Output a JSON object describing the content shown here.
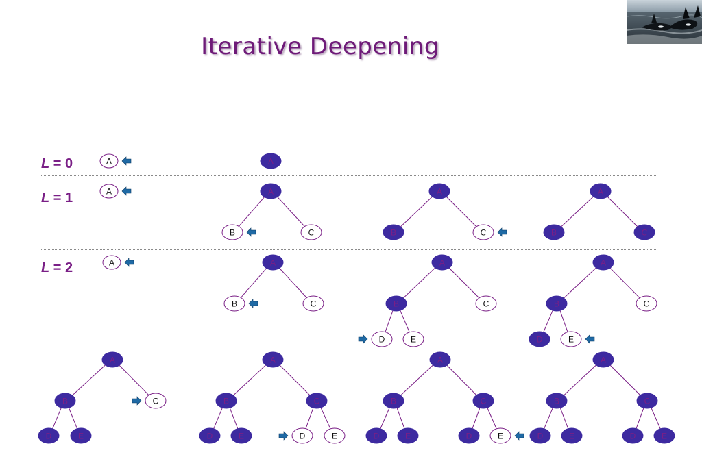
{
  "title": "Iterative Deepening",
  "photo_icon": "orca-whales-photo",
  "colors": {
    "title": "#6e1a78",
    "visited_fill": "#3d2aa0",
    "visited_text": "#7a1f86",
    "edge": "#7a1f86",
    "open_stroke": "#7a1f86",
    "arrow_fill": "#1f6aa5",
    "separator": "#8a8a8a"
  },
  "levels": [
    {
      "l": "L",
      "eq": " = 0"
    },
    {
      "l": "L",
      "eq": " = 1"
    },
    {
      "l": "L",
      "eq": " = 2"
    }
  ],
  "legend_nodes": [
    {
      "label": "A",
      "arrow": "left"
    },
    {
      "label": "A",
      "arrow": "left"
    },
    {
      "label": "A",
      "arrow": "left"
    }
  ],
  "snapshots": [
    {
      "nodes": [
        {
          "label": "A",
          "visited": true
        }
      ],
      "arrow": null
    },
    {
      "nodes": [
        {
          "label": "A",
          "visited": true
        },
        {
          "label": "B",
          "visited": false
        },
        {
          "label": "C",
          "visited": false
        }
      ],
      "arrow": {
        "node": 1,
        "dir": "left"
      }
    },
    {
      "nodes": [
        {
          "label": "A",
          "visited": true
        },
        {
          "label": "B",
          "visited": true
        },
        {
          "label": "C",
          "visited": false
        }
      ],
      "arrow": {
        "node": 2,
        "dir": "left"
      }
    },
    {
      "nodes": [
        {
          "label": "A",
          "visited": true
        },
        {
          "label": "B",
          "visited": true
        },
        {
          "label": "C",
          "visited": true
        }
      ],
      "arrow": null
    },
    {
      "nodes": [
        {
          "label": "A",
          "visited": true
        },
        {
          "label": "B",
          "visited": false
        },
        {
          "label": "C",
          "visited": false
        }
      ],
      "arrow": {
        "node": 1,
        "dir": "left"
      }
    },
    {
      "nodes": [
        {
          "label": "A",
          "visited": true
        },
        {
          "label": "B",
          "visited": true
        },
        {
          "label": "C",
          "visited": false
        },
        {
          "label": "D",
          "visited": false
        },
        {
          "label": "E",
          "visited": false
        }
      ],
      "arrow": {
        "node": 3,
        "dir": "right"
      }
    },
    {
      "nodes": [
        {
          "label": "A",
          "visited": true
        },
        {
          "label": "B",
          "visited": true
        },
        {
          "label": "C",
          "visited": false
        },
        {
          "label": "D",
          "visited": true
        },
        {
          "label": "E",
          "visited": false
        }
      ],
      "arrow": {
        "node": 4,
        "dir": "left"
      }
    },
    {
      "nodes": [
        {
          "label": "A",
          "visited": true
        },
        {
          "label": "B",
          "visited": true
        },
        {
          "label": "C",
          "visited": false
        },
        {
          "label": "D",
          "visited": true
        },
        {
          "label": "E",
          "visited": true
        }
      ],
      "arrow": {
        "node": 2,
        "dir": "right"
      }
    },
    {
      "nodes": [
        {
          "label": "A",
          "visited": true
        },
        {
          "label": "B",
          "visited": true
        },
        {
          "label": "C",
          "visited": true
        },
        {
          "label": "D",
          "visited": true
        },
        {
          "label": "E",
          "visited": true
        },
        {
          "label": "D",
          "visited": false
        },
        {
          "label": "E",
          "visited": false
        }
      ],
      "arrow": {
        "node": 5,
        "dir": "right"
      }
    },
    {
      "nodes": [
        {
          "label": "A",
          "visited": true
        },
        {
          "label": "B",
          "visited": true
        },
        {
          "label": "C",
          "visited": true
        },
        {
          "label": "D",
          "visited": true
        },
        {
          "label": "E",
          "visited": true
        },
        {
          "label": "D",
          "visited": true
        },
        {
          "label": "E",
          "visited": false
        }
      ],
      "arrow": {
        "node": 6,
        "dir": "left"
      }
    },
    {
      "nodes": [
        {
          "label": "A",
          "visited": true
        },
        {
          "label": "B",
          "visited": true
        },
        {
          "label": "C",
          "visited": true
        },
        {
          "label": "D",
          "visited": true
        },
        {
          "label": "E",
          "visited": true
        },
        {
          "label": "D",
          "visited": true
        },
        {
          "label": "E",
          "visited": true
        }
      ],
      "arrow": null
    }
  ]
}
